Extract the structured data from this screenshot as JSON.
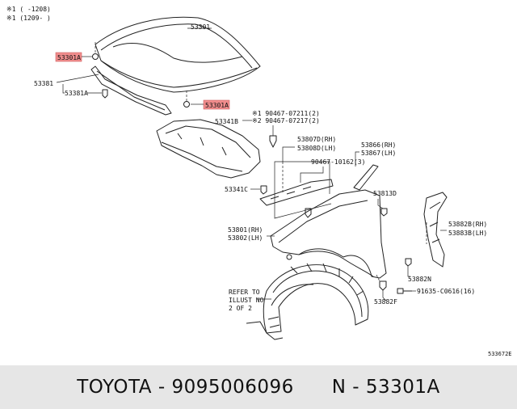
{
  "notes": {
    "line1": "※1 (    -1208)",
    "line2": "※1 (1209-    )"
  },
  "labels": {
    "hood": "53301",
    "hood_insulator_a": "53301A",
    "hood_insulator_b": "53301A",
    "seal_53381": "53381",
    "clip_53381a": "53381A",
    "note_1": "※1 90467-07211(2)",
    "note_2": "※2 90467-07217(2)",
    "cover_53341b": "53341B",
    "seal_rh": "53807D(RH)",
    "seal_lh": "53808D(LH)",
    "clip_53341c": "53341C",
    "clip_90467": "90467-10162(3)",
    "bracket_rh": "53866(RH)",
    "bracket_lh": "53867(LH)",
    "clip_53813d": "53813D",
    "fender_rh": "53801(RH)",
    "fender_lh": "53802(LH)",
    "fender_seal_rh": "53882B(RH)",
    "fender_seal_lh": "53883B(LH)",
    "clip_53882n": "53882N",
    "bolt_91635": "91635-C0616(16)",
    "clip_53882f": "53882F",
    "refer_1": "REFER TO",
    "refer_2": "ILLUST NO",
    "refer_3": "2 OF 2",
    "figure_code": "533672E"
  },
  "footer": {
    "brand": "TOYOTA",
    "sep1": " - ",
    "part_number": "9095006096",
    "gap": "      ",
    "n_prefix": "N",
    "sep2": " - ",
    "ref": "53301A"
  },
  "colors": {
    "highlight": "#f08d8d",
    "footer_bg": "#e6e6e6"
  }
}
